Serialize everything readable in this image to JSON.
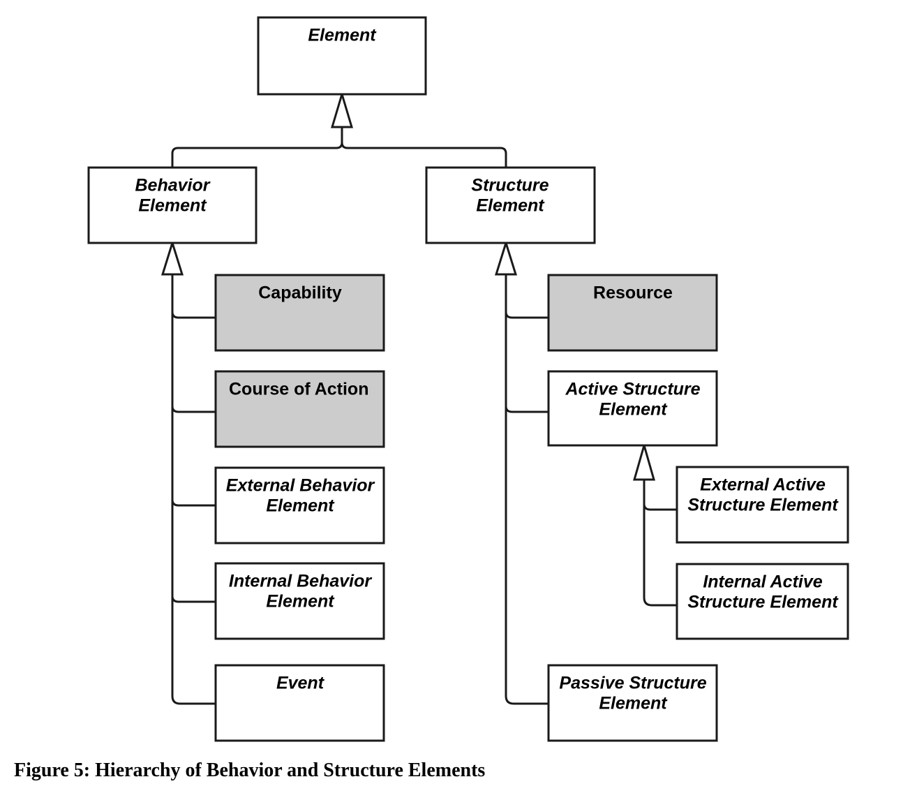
{
  "figure": {
    "caption": "Figure 5: Hierarchy of Behavior and Structure Elements",
    "colors": {
      "box_fill_default": "#ffffff",
      "box_fill_highlight": "#cccccc",
      "stroke": "#1a1a1a",
      "text": "#000000",
      "background": "#ffffff"
    }
  },
  "diagram": {
    "type": "uml-class-hierarchy",
    "relationship": "generalization",
    "nodes": {
      "element": {
        "label": "Element",
        "style": "abstract"
      },
      "behavior_element": {
        "label_line1": "Behavior",
        "label_line2": "Element",
        "style": "abstract"
      },
      "structure_element": {
        "label_line1": "Structure",
        "label_line2": "Element",
        "style": "abstract"
      },
      "capability": {
        "label": "Capability",
        "style": "concrete-highlight"
      },
      "course_of_action": {
        "label": "Course of Action",
        "style": "concrete-highlight"
      },
      "external_behavior_element": {
        "label_line1": "External Behavior",
        "label_line2": "Element",
        "style": "abstract"
      },
      "internal_behavior_element": {
        "label_line1": "Internal Behavior",
        "label_line2": "Element",
        "style": "abstract"
      },
      "event": {
        "label": "Event",
        "style": "abstract"
      },
      "resource": {
        "label": "Resource",
        "style": "concrete-highlight"
      },
      "active_structure_element": {
        "label_line1": "Active Structure",
        "label_line2": "Element",
        "style": "abstract"
      },
      "external_active_structure_element": {
        "label_line1": "External Active",
        "label_line2": "Structure Element",
        "style": "abstract"
      },
      "internal_active_structure_element": {
        "label_line1": "Internal Active",
        "label_line2": "Structure Element",
        "style": "abstract"
      },
      "passive_structure_element": {
        "label_line1": "Passive Structure",
        "label_line2": "Element",
        "style": "abstract"
      }
    },
    "edges": [
      {
        "parent": "element",
        "child": "behavior_element"
      },
      {
        "parent": "element",
        "child": "structure_element"
      },
      {
        "parent": "behavior_element",
        "child": "capability"
      },
      {
        "parent": "behavior_element",
        "child": "course_of_action"
      },
      {
        "parent": "behavior_element",
        "child": "external_behavior_element"
      },
      {
        "parent": "behavior_element",
        "child": "internal_behavior_element"
      },
      {
        "parent": "behavior_element",
        "child": "event"
      },
      {
        "parent": "structure_element",
        "child": "resource"
      },
      {
        "parent": "structure_element",
        "child": "active_structure_element"
      },
      {
        "parent": "structure_element",
        "child": "passive_structure_element"
      },
      {
        "parent": "active_structure_element",
        "child": "external_active_structure_element"
      },
      {
        "parent": "active_structure_element",
        "child": "internal_active_structure_element"
      }
    ]
  }
}
